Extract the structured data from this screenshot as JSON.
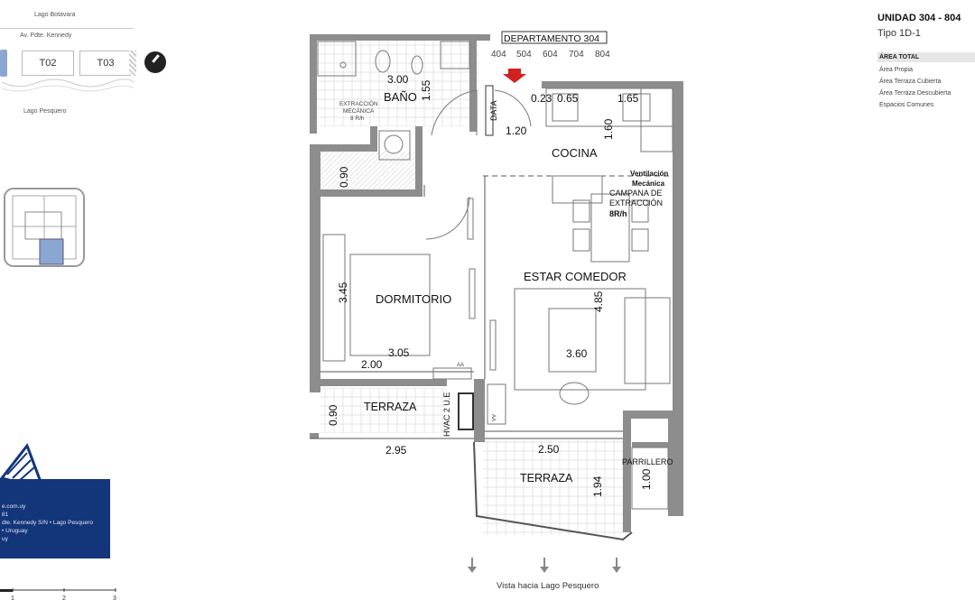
{
  "location": {
    "lake_top": "Lago Botavara",
    "avenue": "Av. Pdte. Kennedy",
    "lake_bottom": "Lago Pesquero",
    "towers": [
      "T02",
      "T03"
    ]
  },
  "unit": {
    "title": "UNIDAD 304 - 804",
    "type": "Tipo 1D-1"
  },
  "legend": {
    "header": "ÁREA TOTAL",
    "items": [
      "Área Propia",
      "Área Terraza Cubierta",
      "Área Terraza Descubierta",
      "Espacios Comunes"
    ]
  },
  "contact": {
    "lines": [
      "e.com.uy",
      "81",
      "dte. Kennedy S/N • Lago Pesquero",
      "• Uruguay",
      "uy"
    ]
  },
  "scale": {
    "ticks": [
      "1",
      "2",
      "3"
    ]
  },
  "plan": {
    "apartment_label": "DEPARTAMENTO 304",
    "floor_numbers": [
      "404",
      "504",
      "604",
      "704",
      "804"
    ],
    "rooms": {
      "bano": "BAÑO",
      "cocina": "COCINA",
      "dormitorio": "DORMITORIO",
      "estar": "ESTAR COMEDOR",
      "terraza_left": "TERRAZA",
      "terraza_right": "TERRAZA",
      "parrillero": "PARRILLERO"
    },
    "notes": {
      "extraccion": [
        "EXTRACCIÓN",
        "MECÁNICA",
        "8 R/h"
      ],
      "ventilacion": [
        "Ventilación",
        "Mecánica"
      ],
      "campana": [
        "CAMPANA DE",
        "EXTRACCIÓN",
        "8R/h"
      ],
      "data": "DATA",
      "hvac": "HVAC 2 U.E",
      "aa1": "AA",
      "aa2": "AA"
    },
    "dimensions": {
      "bano_w": "3.00",
      "bano_h": "1.55",
      "kitchen_a": "0.23",
      "kitchen_b": "0.65",
      "kitchen_c": "1.65",
      "kitchen_h": "1.60",
      "hall_w": "1.20",
      "closet_h": "0.90",
      "dorm_h": "3.45",
      "dorm_w": "3.05",
      "dorm_w2": "2.00",
      "estar_h": "4.85",
      "estar_w": "3.60",
      "terr_left_h": "0.90",
      "terr_left_w": "2.95",
      "terr_right_w": "2.50",
      "terr_right_h": "1.94",
      "parr_h": "1.00"
    },
    "view_caption": "Vista hacia Lago Pesquero"
  }
}
